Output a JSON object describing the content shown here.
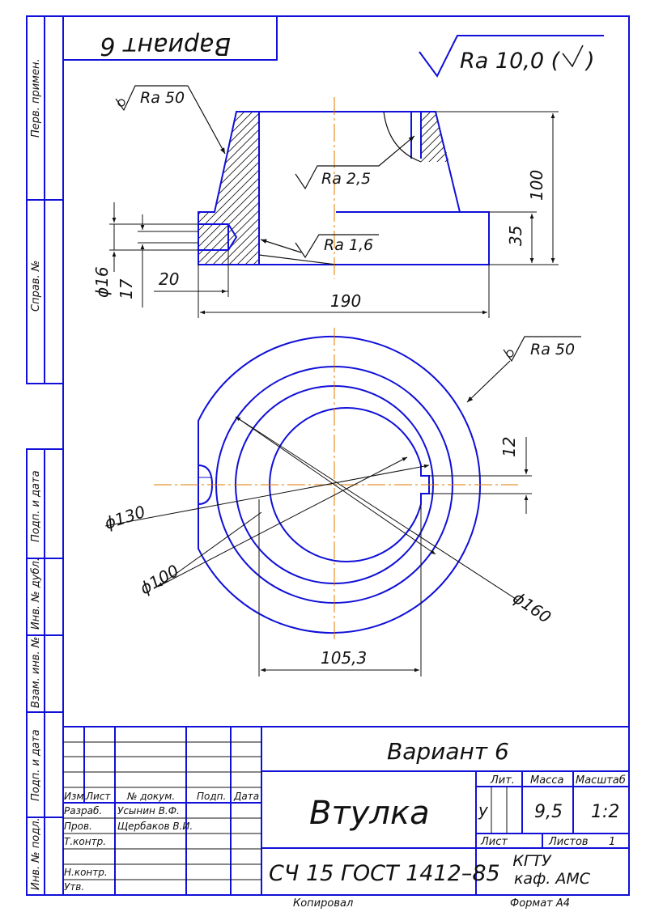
{
  "stamp": {
    "variant_mirrored": "Вариант 6"
  },
  "roughness": {
    "general": "Ra 10,0 (",
    "general_close": ")",
    "outer_surface": "Ra 50",
    "keyway_wall": "Ra 2,5",
    "bore": "Ra 1,6",
    "rim": "Ra 50"
  },
  "dimensions": {
    "height_total": "100",
    "height_flange": "35",
    "hole_dia": "ϕ16",
    "hole_depth_17": "17",
    "hole_depth_20": "20",
    "width_total": "190",
    "dia_130": "ϕ130",
    "dia_100": "ϕ100",
    "dia_160": "ϕ160",
    "key_12": "12",
    "key_105": "105,3"
  },
  "side_columns": {
    "perv_primen": "Перв. примен.",
    "sprav_no": "Справ. №",
    "podp_data_1": "Подп. и дата",
    "inv_dubl": "Инв. № дубл.",
    "vzam_inv": "Взам. инв. №",
    "podp_data_2": "Подп. и дата",
    "inv_podl": "Инв. № подл."
  },
  "title_block": {
    "variant": "Вариант 6",
    "name": "Втулка",
    "material": "СЧ 15 ГОСТ 1412–85",
    "org_line1": "КГТУ",
    "org_line2": "каф. АМС",
    "col_izm": "Изм.",
    "col_list": "Лист",
    "col_docum": "№ докум.",
    "col_podp": "Подп.",
    "col_data": "Дата",
    "row_razrab": "Разраб.",
    "row_prov": "Пров.",
    "row_tkontr": "Т.контр.",
    "row_nkontr": "Н.контр.",
    "row_utv": "Утв.",
    "razrab_name": "Усынин В.Ф.",
    "prov_name": "Щербаков В.И.",
    "lit_label": "Лит.",
    "lit_value": "у",
    "mass_label": "Масса",
    "mass_value": "9,5",
    "scale_label": "Масштаб",
    "scale_value": "1:2",
    "sheet_label": "Лист",
    "sheets_label": "Листов",
    "sheets_value": "1",
    "copied": "Копировал",
    "format": "Формат    А4"
  },
  "colors": {
    "outline": "#1010d8",
    "thin": "#111111",
    "axis": "#e07800"
  }
}
